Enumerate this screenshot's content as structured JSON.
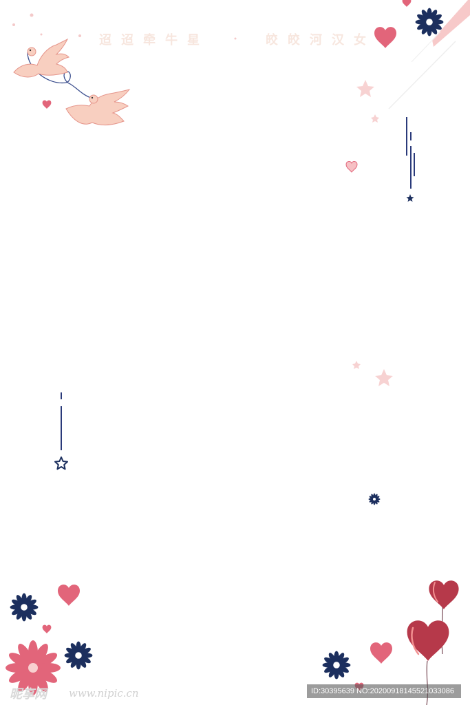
{
  "title": {
    "left_text": "迢迢牵牛星",
    "right_text": "皎皎河汉女"
  },
  "watermark": {
    "logo": "昵享网",
    "url": "www.nipic.cn",
    "id_text": "ID:30395639 NO:20200918145521033086"
  },
  "colors": {
    "heart_pink": "#e2657a",
    "heart_deep": "#b6394a",
    "navy": "#1c2f5e",
    "dove": "#f8cfc0",
    "soft_pink": "#f6c8c8"
  }
}
